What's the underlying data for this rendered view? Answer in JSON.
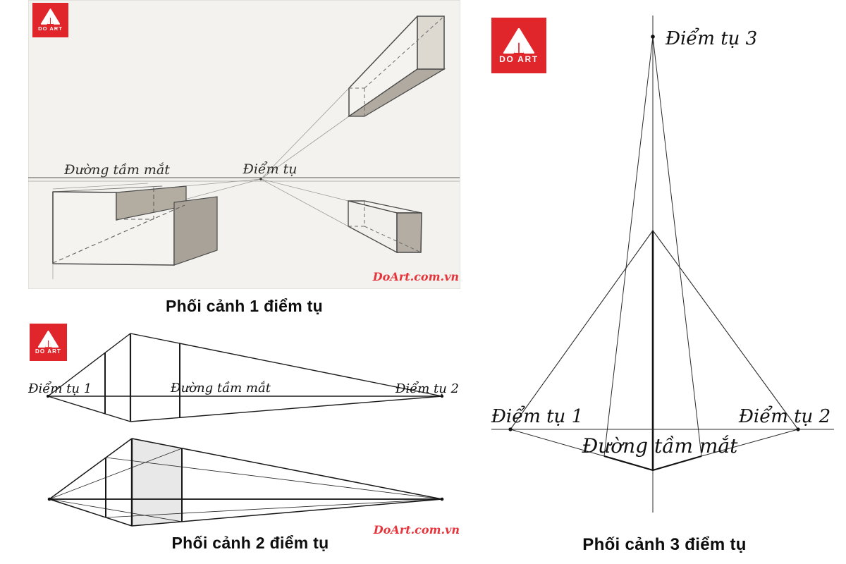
{
  "logo": {
    "text": "DO ART",
    "color": "#e1262b"
  },
  "watermark": {
    "text": "DoArt.com.vn",
    "color": "#e5353b"
  },
  "panel1": {
    "caption": "Phối cảnh 1 điểm tụ",
    "eye_line_label": "Đường tầm mắt",
    "vp_label": "Điểm tụ"
  },
  "panel2": {
    "caption": "Phối cảnh 2 điểm tụ",
    "vp1_label": "Điểm tụ 1",
    "vp2_label": "Điểm tụ 2",
    "eye_line_label": "Đường tầm mắt"
  },
  "panel3": {
    "caption": "Phối cảnh 3 điểm tụ",
    "vp1_label": "Điểm tụ 1",
    "vp2_label": "Điểm tụ 2",
    "vp3_label": "Điểm tụ 3",
    "eye_line_label": "Đường tầm mắt"
  }
}
